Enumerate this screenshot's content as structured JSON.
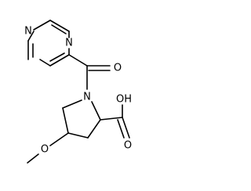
{
  "molecule": {
    "atoms": {
      "n_ring_top": "N",
      "n_ring_bottom": "N",
      "n_pyrrolidine": "N",
      "o_carbonyl": "O",
      "o_methoxy": "O",
      "oh_acid": "OH",
      "o_acid_carbonyl": "O"
    }
  }
}
